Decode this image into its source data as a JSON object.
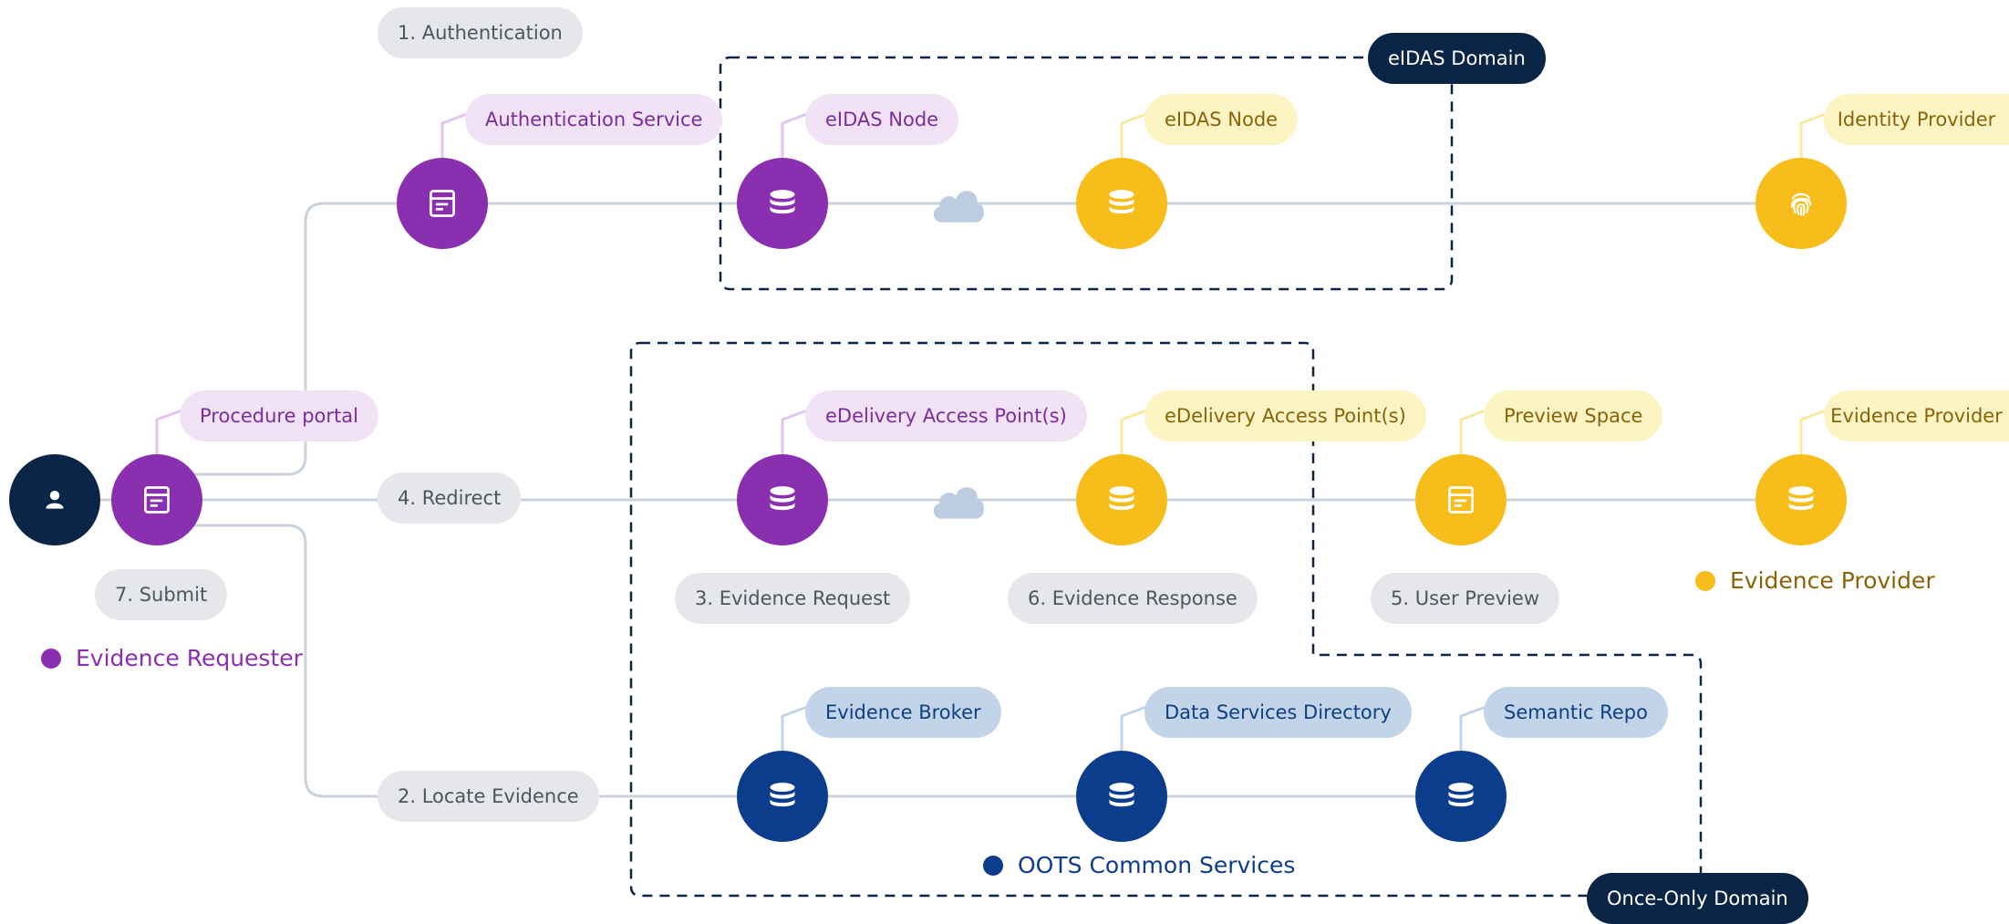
{
  "step_labels": {
    "authentication": "1. Authentication",
    "locate_evidence": "2. Locate Evidence",
    "evidence_request": "3. Evidence Request",
    "redirect": "4. Redirect",
    "user_preview": "5. User Preview",
    "evidence_response": "6. Evidence Response",
    "submit": "7. Submit"
  },
  "component_labels": {
    "authentication_service": "Authentication Service",
    "eidas_node_requester": "eIDAS Node",
    "eidas_node_provider": "eIDAS Node",
    "identity_provider": "Identity Provider",
    "procedure_portal": "Procedure portal",
    "edelivery_requester": "eDelivery Access Point(s)",
    "edelivery_provider": "eDelivery Access Point(s)",
    "preview_space": "Preview Space",
    "evidence_provider": "Evidence Provider",
    "evidence_broker": "Evidence Broker",
    "data_services_directory": "Data Services Directory",
    "semantic_repo": "Semantic Repo"
  },
  "domains": {
    "eidas": "eIDAS Domain",
    "once_only": "Once-Only Domain"
  },
  "legend": {
    "evidence_requester": "Evidence Requester",
    "evidence_provider": "Evidence Provider",
    "common_services": "OOTS Common Services"
  },
  "colors": {
    "purple": "#8a2fb0",
    "yellow": "#f7bd1a",
    "blue": "#0c3d8c",
    "dark": "#0b2547",
    "line": "#cbd2db",
    "cloud": "#bccde2"
  }
}
